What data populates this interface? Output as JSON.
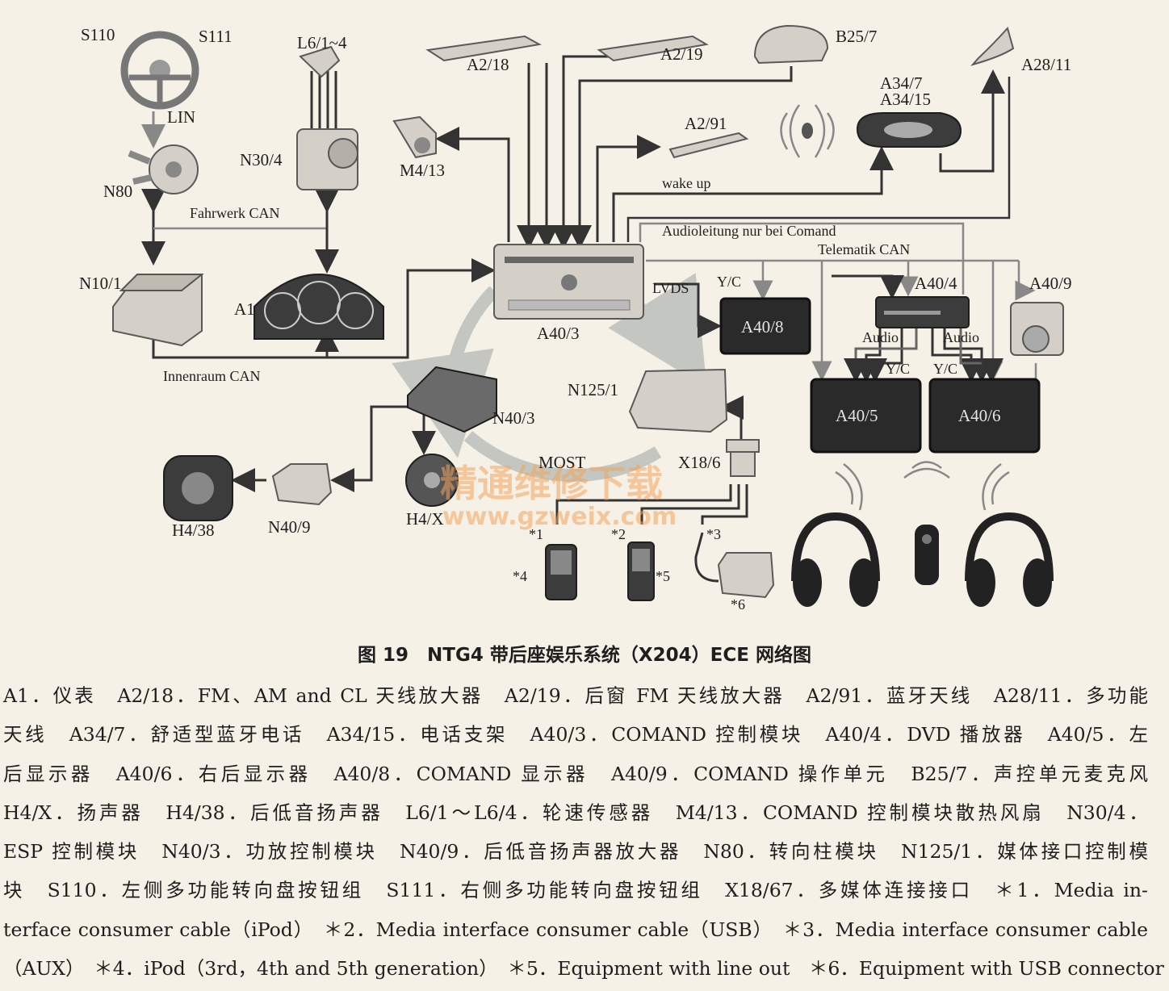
{
  "labels": {
    "s110": "S110",
    "s111": "S111",
    "lin": "LIN",
    "n80": "N80",
    "l6": "L6/1~4",
    "n30_4": "N30/4",
    "fahrwerk_can": "Fahrwerk CAN",
    "n10_1": "N10/1",
    "a1": "A1",
    "innenraum_can": "Innenraum CAN",
    "a2_18": "A2/18",
    "a2_19": "A2/19",
    "b25_7": "B25/7",
    "a28_11": "A28/11",
    "m4_13": "M4/13",
    "a2_91": "A2/91",
    "a34_7": "A34/7",
    "a34_15": "A34/15",
    "wake_up": "wake up",
    "audioleitung": "Audioleitung nur bei Comand",
    "telematik_can": "Telematik CAN",
    "lvds": "LVDS",
    "yc_a": "Y/C",
    "a40_3": "A40/3",
    "a40_8": "A40/8",
    "a40_4": "A40/4",
    "a40_9": "A40/9",
    "audio_l": "Audio",
    "audio_r": "Audio",
    "yc_l": "Y/C",
    "yc_r": "Y/C",
    "a40_5": "A40/5",
    "a40_6": "A40/6",
    "n125_1": "N125/1",
    "n40_3": "N40/3",
    "most": "MOST",
    "x18_6": "X18/6",
    "h4_38": "H4/38",
    "n40_9": "N40/9",
    "h4_x": "H4/X",
    "star1": "*1",
    "star2": "*2",
    "star3": "*3",
    "star4": "*4",
    "star5": "*5",
    "star6": "*6"
  },
  "watermark": {
    "cn": "精通维修下载",
    "url": "www.gzweix.com"
  },
  "caption": "图 19　NTG4 带后座娱乐系统（X204）ECE 网络图",
  "legend_lines": [
    "A1．仪表　A2/18．FM、AM and CL 天线放大器　A2/19．后窗 FM 天线放大器　A2/91．蓝牙天线　A28/11．多功能",
    "天线　A34/7．舒适型蓝牙电话　A34/15．电话支架　A40/3．COMAND 控制模块　A40/4．DVD 播放器　A40/5．左",
    "后显示器　A40/6．右后显示器　A40/8．COMAND 显示器　A40/9．COMAND 操作单元　B25/7．声控单元麦克风",
    "H4/X．扬声器　H4/38．后低音扬声器　L6/1～L6/4．轮速传感器　M4/13．COMAND 控制模块散热风扇　N30/4．",
    "ESP 控制模块　N40/3．功放控制模块　N40/9．后低音扬声器放大器　N80．转向柱模块　N125/1．媒体接口控制模",
    "块　S110．左侧多功能转向盘按钮组　S111．右侧多功能转向盘按钮组　X18/67．多媒体连接接口　＊1．Media in-",
    "terface consumer cable（iPod）　＊2．Media interface consumer cable（USB）　＊3．Media interface consumer cable",
    "（AUX）　＊4．iPod（3rd，4th and 5th generation）　＊5．Equipment with line out　＊6．Equipment with USB connector"
  ]
}
